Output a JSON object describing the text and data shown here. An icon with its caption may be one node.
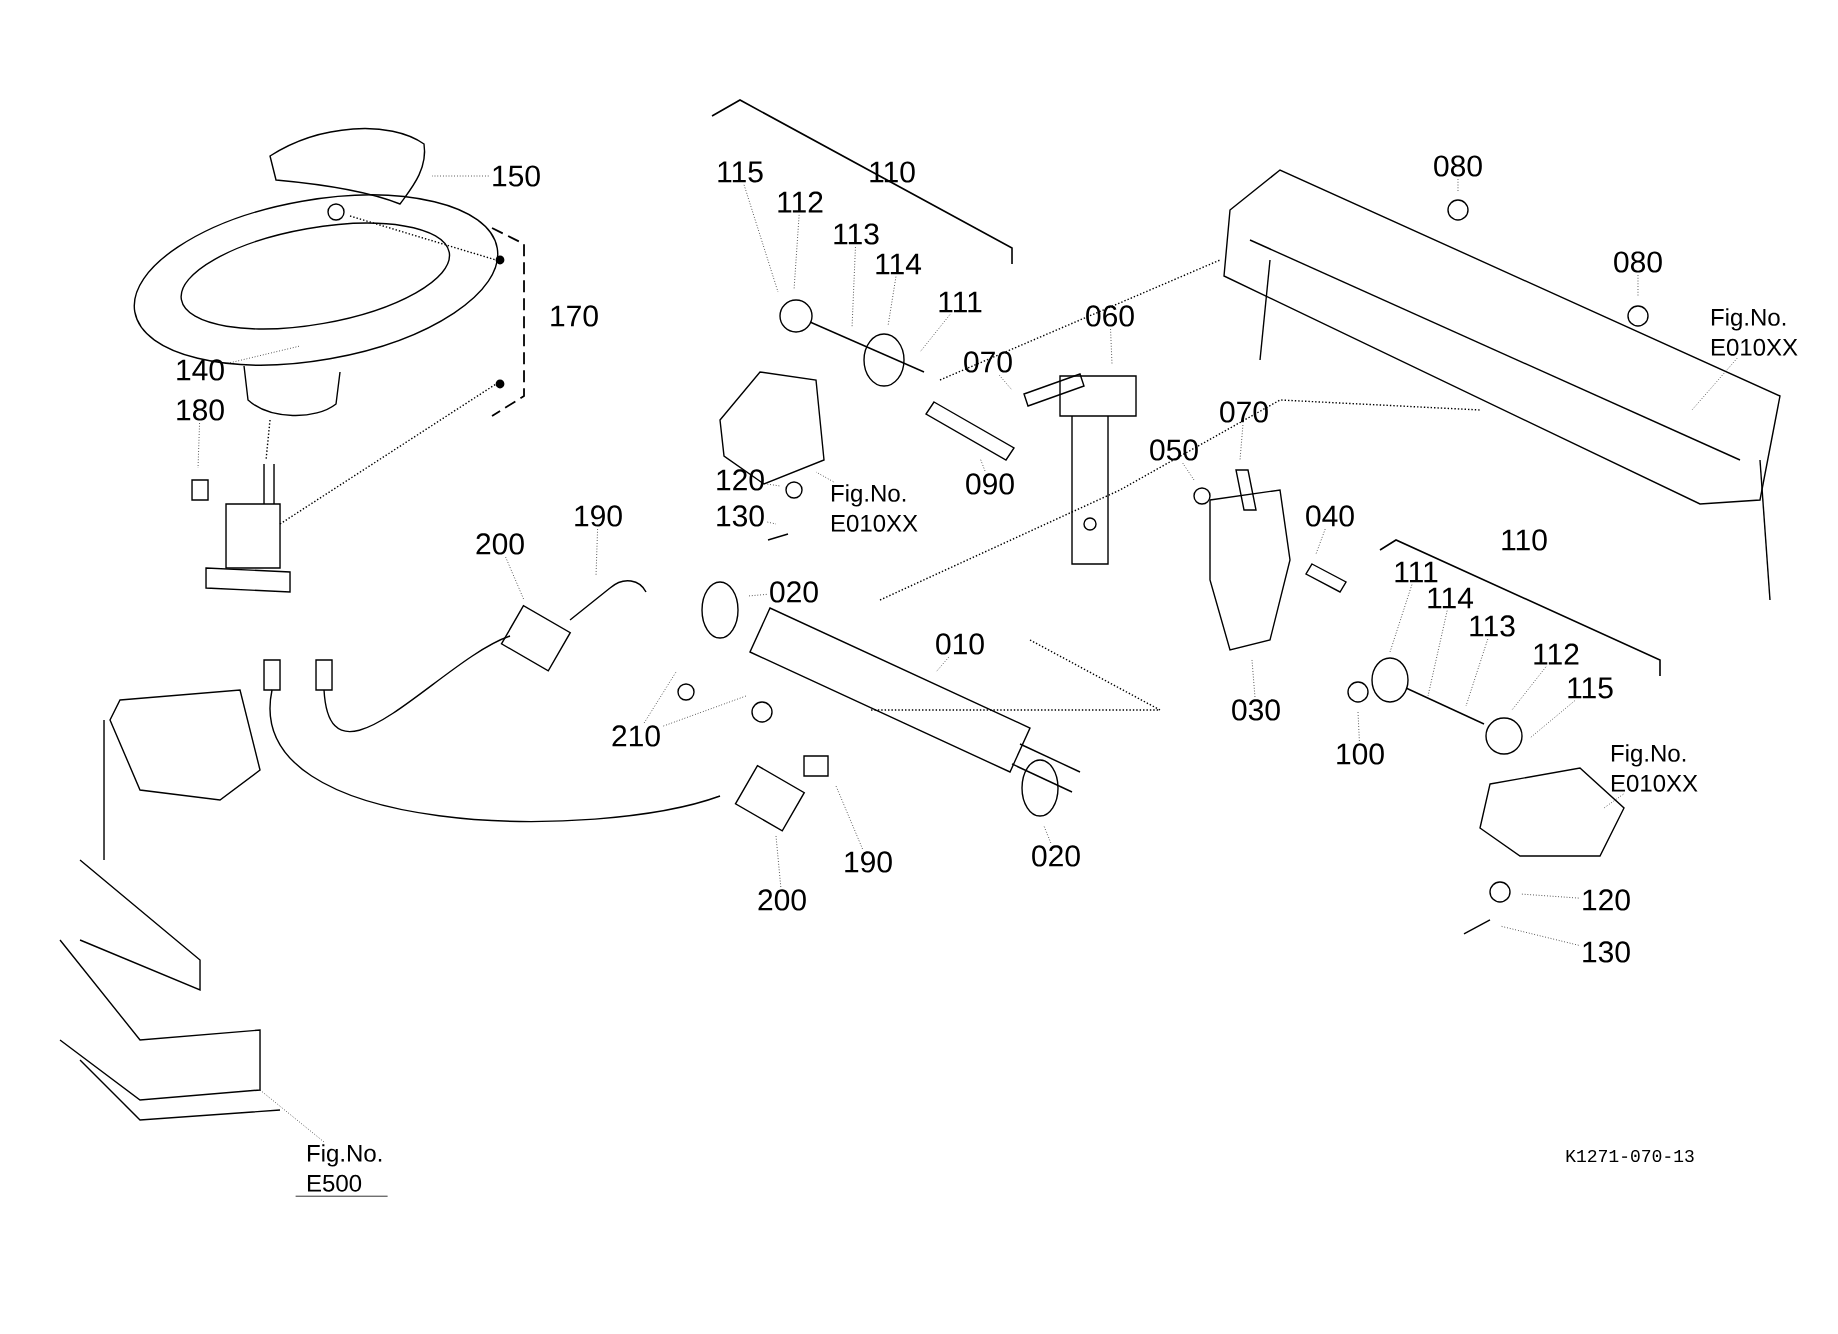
{
  "diagram": {
    "nodes": [
      {
        "text": [
          "150"
        ]
      },
      {
        "text": [
          "140"
        ]
      },
      {
        "text": [
          "180"
        ]
      },
      {
        "text": [
          "115"
        ]
      },
      {
        "text": [
          "112"
        ]
      },
      {
        "text": [
          "113"
        ]
      },
      {
        "text": [
          "114"
        ]
      },
      {
        "text": [
          "111"
        ]
      },
      {
        "text": [
          "060"
        ]
      },
      {
        "text": [
          "070"
        ]
      },
      {
        "text": [
          "090"
        ]
      },
      {
        "text": [
          "120"
        ]
      },
      {
        "text": [
          "130"
        ]
      },
      {
        "text": [
          "Fig.No. E010XX"
        ]
      },
      {
        "text": [
          "200"
        ]
      },
      {
        "text": [
          "190"
        ]
      },
      {
        "text": [
          "020"
        ]
      },
      {
        "text": [
          "010"
        ]
      },
      {
        "text": [
          "210"
        ]
      },
      {
        "text": [
          "200"
        ]
      },
      {
        "text": [
          "190"
        ]
      },
      {
        "text": [
          "020"
        ]
      },
      {
        "text": [
          "080"
        ]
      },
      {
        "text": [
          "080"
        ]
      },
      {
        "text": [
          "Fig.No. E010XX"
        ]
      },
      {
        "text": [
          "050"
        ]
      },
      {
        "text": [
          "070"
        ]
      },
      {
        "text": [
          "040"
        ]
      },
      {
        "text": [
          "111"
        ]
      },
      {
        "text": [
          "114"
        ]
      },
      {
        "text": [
          "113"
        ]
      },
      {
        "text": [
          "112"
        ]
      },
      {
        "text": [
          "115"
        ]
      },
      {
        "text": [
          "030"
        ]
      },
      {
        "text": [
          "100"
        ]
      },
      {
        "text": [
          "Fig.No. E010XX"
        ]
      },
      {
        "text": [
          "120"
        ]
      },
      {
        "text": [
          "130"
        ]
      },
      {
        "text": [
          "Fig.No. E500"
        ]
      }
    ],
    "edges": [
      {
        "from": 0,
        "to": null,
        "arrow": "none"
      },
      {
        "from": 1,
        "to": null,
        "arrow": "none"
      },
      {
        "from": 2,
        "to": null,
        "arrow": "none"
      },
      {
        "from": 3,
        "to": null,
        "arrow": "none"
      },
      {
        "from": 4,
        "to": null,
        "arrow": "none"
      },
      {
        "from": 5,
        "to": null,
        "arrow": "none"
      },
      {
        "from": 6,
        "to": null,
        "arrow": "none"
      },
      {
        "from": 7,
        "to": null,
        "arrow": "none"
      },
      {
        "from": 8,
        "to": null,
        "arrow": "none"
      },
      {
        "from": 9,
        "to": null,
        "arrow": "none"
      },
      {
        "from": 10,
        "to": null,
        "arrow": "none"
      },
      {
        "from": 11,
        "to": null,
        "arrow": "none"
      },
      {
        "from": 12,
        "to": null,
        "arrow": "none"
      },
      {
        "from": 13,
        "to": null,
        "arrow": "none"
      },
      {
        "from": 14,
        "to": null,
        "arrow": "none"
      },
      {
        "from": 15,
        "to": null,
        "arrow": "none"
      },
      {
        "from": 16,
        "to": null,
        "arrow": "none"
      },
      {
        "from": 17,
        "to": null,
        "arrow": "none"
      },
      {
        "from": 18,
        "to": null,
        "arrow": "none"
      },
      {
        "from": 18,
        "to": null,
        "arrow": "none"
      },
      {
        "from": 19,
        "to": null,
        "arrow": "none"
      },
      {
        "from": 20,
        "to": null,
        "arrow": "none"
      },
      {
        "from": 21,
        "to": null,
        "arrow": "none"
      },
      {
        "from": 22,
        "to": null,
        "arrow": "none"
      },
      {
        "from": 23,
        "to": null,
        "arrow": "none"
      },
      {
        "from": 24,
        "to": null,
        "arrow": "none"
      },
      {
        "from": 25,
        "to": null,
        "arrow": "none"
      },
      {
        "from": 26,
        "to": null,
        "arrow": "none"
      },
      {
        "from": 27,
        "to": null,
        "arrow": "none"
      },
      {
        "from": 28,
        "to": null,
        "arrow": "none"
      },
      {
        "from": 29,
        "to": null,
        "arrow": "none"
      },
      {
        "from": 30,
        "to": null,
        "arrow": "none"
      },
      {
        "from": 31,
        "to": null,
        "arrow": "none"
      },
      {
        "from": 32,
        "to": null,
        "arrow": "none"
      },
      {
        "from": 33,
        "to": null,
        "arrow": "none"
      },
      {
        "from": 34,
        "to": null,
        "arrow": "none"
      },
      {
        "from": 35,
        "to": null,
        "arrow": "none"
      },
      {
        "from": 36,
        "to": null,
        "arrow": "none"
      },
      {
        "from": 37,
        "to": null,
        "arrow": "none"
      },
      {
        "from": 38,
        "to": null,
        "arrow": "none"
      }
    ],
    "labels": [
      "170",
      "110",
      "110",
      "K1271-070-13"
    ]
  }
}
